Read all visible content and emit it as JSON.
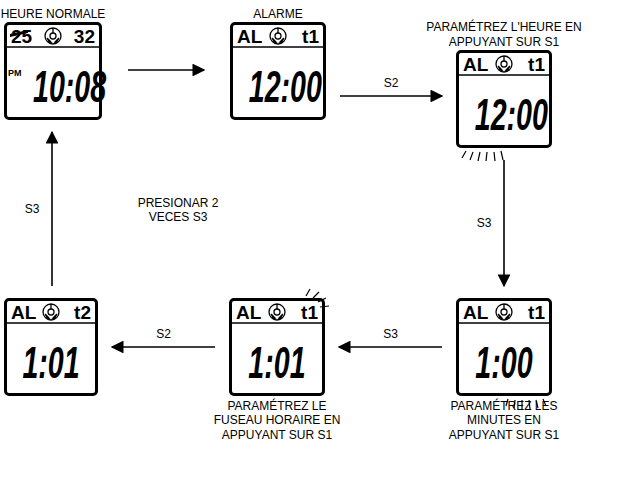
{
  "diagram": {
    "nodes": [
      {
        "text": [
          "HEURE NORMALE",
          "25",
          "32",
          "PM",
          "10:08"
        ]
      },
      {
        "text": [
          "ALARME",
          "AL",
          "t1",
          "12:00"
        ]
      },
      {
        "text": [
          "PARAMÉTREZ L'HEURE EN APPUYANT SUR S1",
          "AL",
          "t1",
          "12:00"
        ]
      },
      {
        "text": [
          "AL",
          "t2",
          "1:01"
        ]
      },
      {
        "text": [
          "AL",
          "t1",
          "1:01",
          "PARAMÉTREZ LE FUSEAU HORAIRE EN APPUYANT SUR S1"
        ]
      },
      {
        "text": [
          "AL",
          "t1",
          "1:00",
          "PARAMÉTREZ LES MINUTES EN APPUYANT SUR S1"
        ]
      }
    ],
    "edges": [
      {
        "from": 0,
        "to": 1,
        "arrow": "to"
      },
      {
        "from": 1,
        "to": 2,
        "label": "S2",
        "arrow": "to"
      },
      {
        "from": 2,
        "to": 5,
        "label": "S3",
        "arrow": "to"
      },
      {
        "from": 5,
        "to": 4,
        "label": "S3",
        "arrow": "to"
      },
      {
        "from": 4,
        "to": 3,
        "label": "S2",
        "arrow": "to"
      },
      {
        "from": 3,
        "to": 0,
        "label": "S3",
        "arrow": "to"
      }
    ],
    "labels": [
      "PRESIONAR 2 VECES S3"
    ]
  }
}
